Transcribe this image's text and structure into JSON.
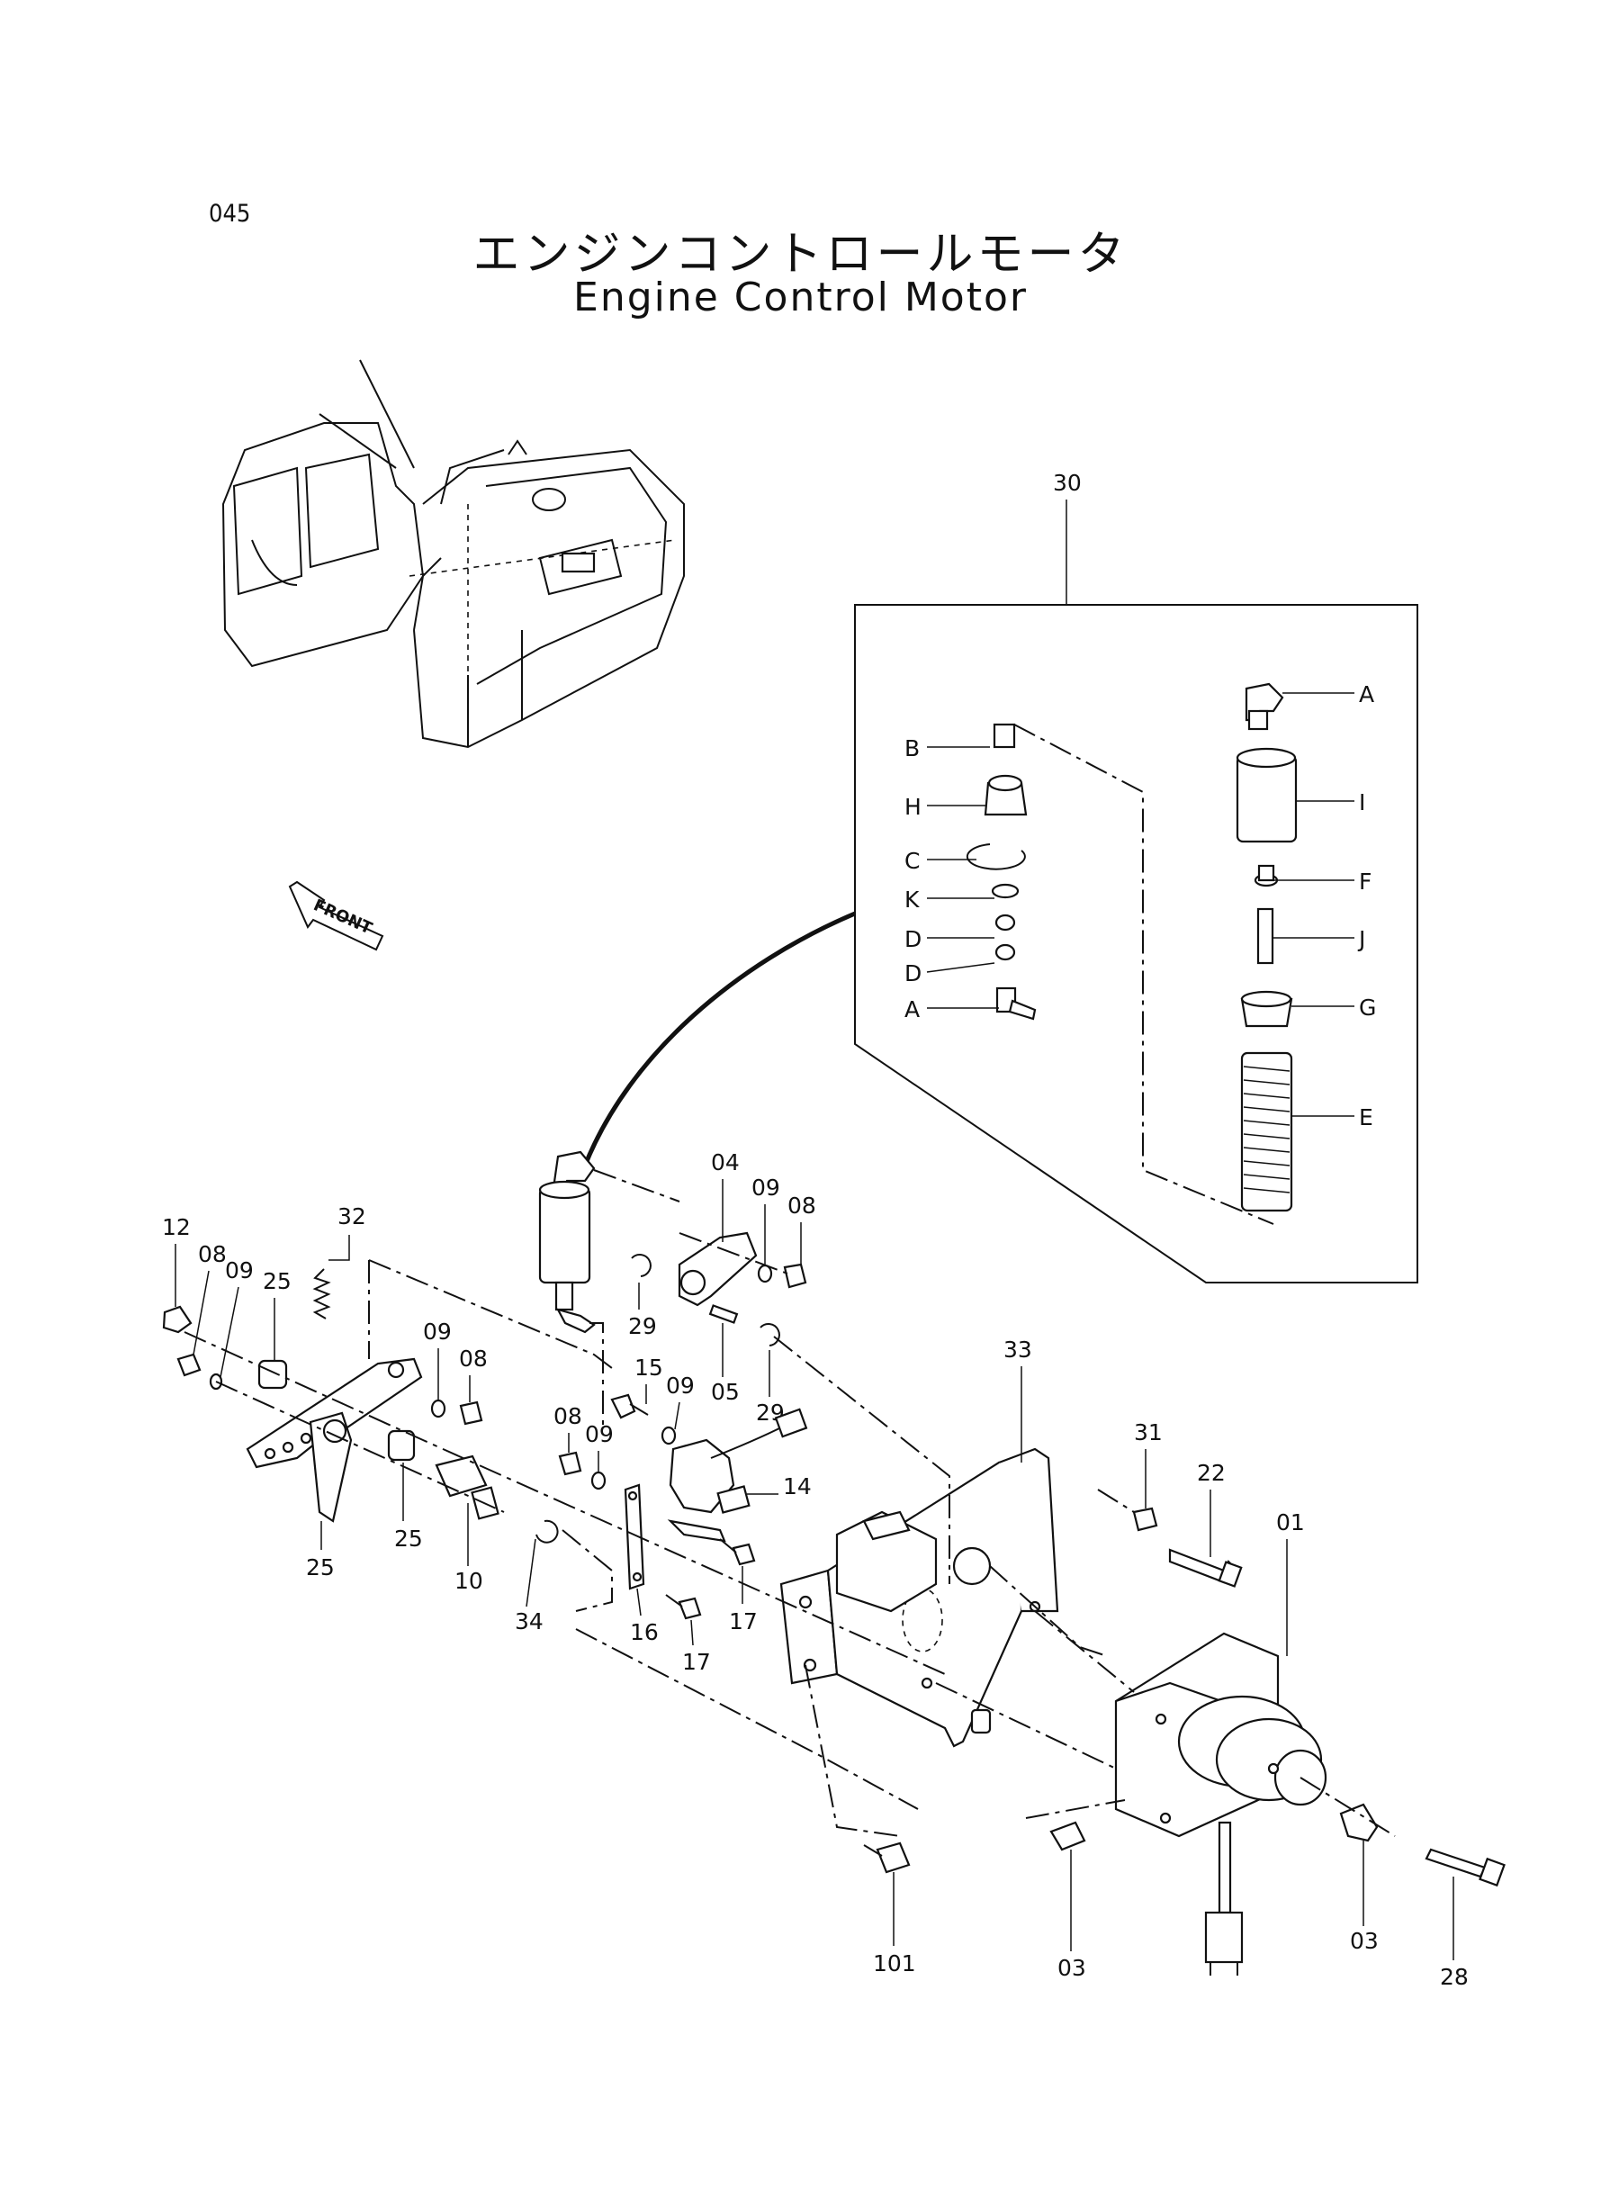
{
  "page_number": "045",
  "title_jp": "エンジンコントロールモータ",
  "title_en": "Engine Control Motor",
  "front_label": "FRONT",
  "group_callout": "30",
  "detail_labels": [
    "A",
    "B",
    "H",
    "C",
    "K",
    "D",
    "D",
    "A",
    "I",
    "F",
    "J",
    "G",
    "E"
  ],
  "part_labels": [
    "04",
    "09",
    "08",
    "12",
    "08",
    "09",
    "25",
    "32",
    "29",
    "05",
    "15",
    "09",
    "29",
    "09",
    "08",
    "08",
    "09",
    "14",
    "25",
    "25",
    "10",
    "34",
    "16",
    "17",
    "17",
    "33",
    "31",
    "22",
    "01",
    "101",
    "03",
    "03",
    "28"
  ]
}
